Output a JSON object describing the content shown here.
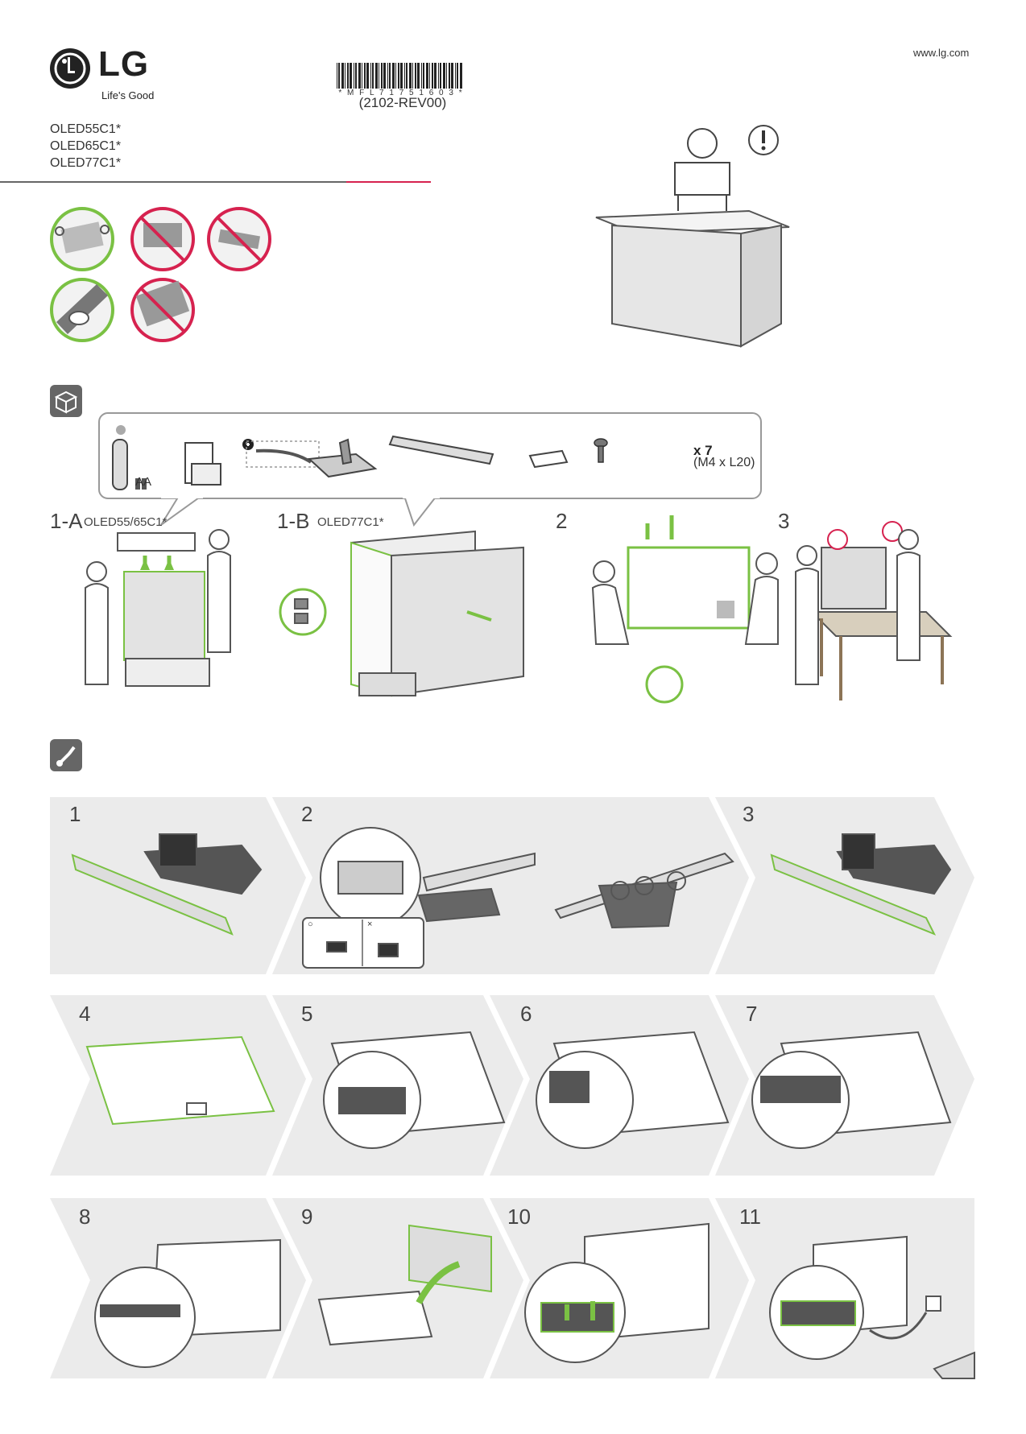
{
  "header": {
    "brand": "LG",
    "slogan": "Life's Good",
    "website": "www.lg.com",
    "barcode_text": "* M F L 7 1 7 5 1 6 0 3 *",
    "revision": "(2102-REV00)",
    "models": [
      "OLED55C1*",
      "OLED65C1*",
      "OLED77C1*"
    ]
  },
  "accessories": {
    "battery_label": "AA",
    "screw_count": "x 7",
    "screw_spec": "(M4 x L20)"
  },
  "unpack_steps": [
    {
      "num": "1-A",
      "sub": "OLED55/65C1*"
    },
    {
      "num": "1-B",
      "sub": "OLED77C1*"
    },
    {
      "num": "2",
      "sub": ""
    },
    {
      "num": "3",
      "sub": ""
    }
  ],
  "install_steps": [
    "1",
    "2",
    "3",
    "4",
    "5",
    "6",
    "7",
    "8",
    "9",
    "10",
    "11"
  ],
  "stand_marks": {
    "ok": "○",
    "ng": "×"
  },
  "colors": {
    "accent_green": "#7ac143",
    "warning_red": "#d6224f",
    "panel_grey": "#ebebeb",
    "icon_grey": "#666666"
  }
}
